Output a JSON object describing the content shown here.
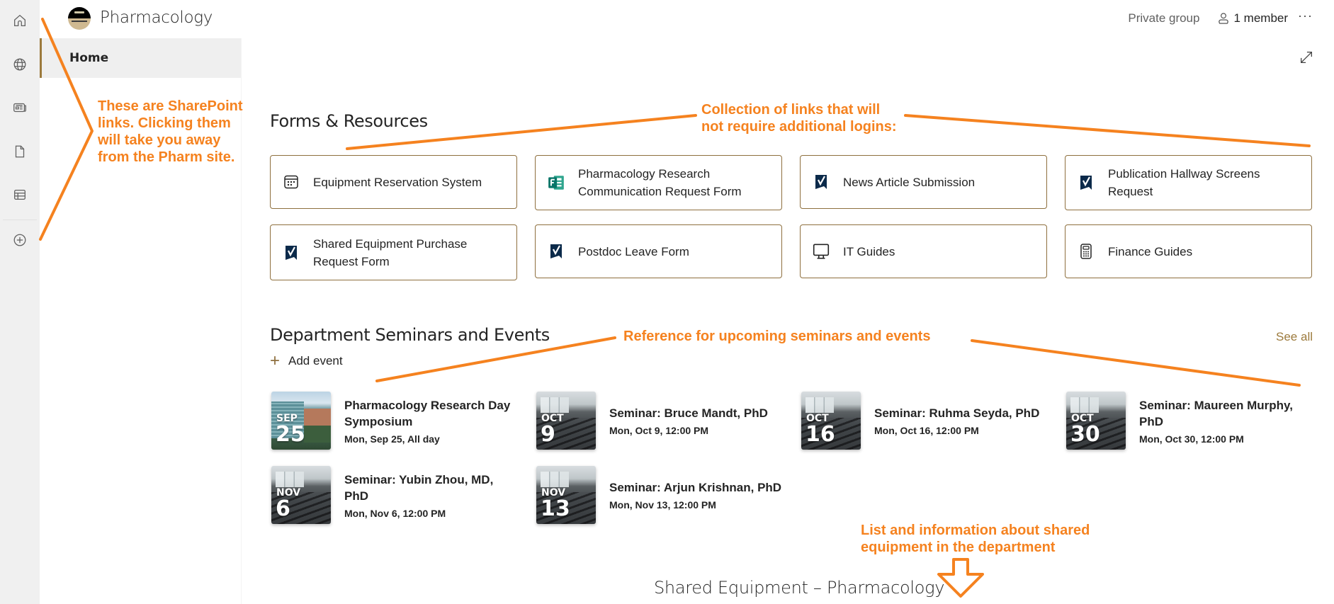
{
  "rail": {
    "items": [
      {
        "name": "home",
        "icon": "home-icon"
      },
      {
        "name": "sites",
        "icon": "globe-icon"
      },
      {
        "name": "news",
        "icon": "news-icon"
      },
      {
        "name": "files",
        "icon": "document-icon"
      },
      {
        "name": "lists",
        "icon": "list-icon"
      },
      {
        "name": "create",
        "icon": "add-circle-icon"
      }
    ]
  },
  "site": {
    "title": "Pharmacology",
    "privacy": "Private group",
    "members": "1 member",
    "more": "···"
  },
  "nav": {
    "items": [
      {
        "label": "Home",
        "selected": true
      }
    ]
  },
  "forms": {
    "title": "Forms & Resources",
    "tiles": [
      {
        "label": "Equipment Reservation System",
        "icon": "calendar-icon"
      },
      {
        "label": "Pharmacology Research Communication Request Form",
        "icon": "microsoft-forms-icon"
      },
      {
        "label": "News Article Submission",
        "icon": "smartsheet-check-icon"
      },
      {
        "label": "Publication Hallway Screens Request",
        "icon": "smartsheet-check-icon"
      },
      {
        "label": "Shared Equipment Purchase Request Form",
        "icon": "smartsheet-check-icon"
      },
      {
        "label": "Postdoc Leave Form",
        "icon": "smartsheet-check-icon"
      },
      {
        "label": "IT Guides",
        "icon": "monitor-icon"
      },
      {
        "label": "Finance Guides",
        "icon": "calculator-icon"
      }
    ]
  },
  "events": {
    "title": "Department Seminars and Events",
    "add_label": "Add event",
    "see_all": "See all",
    "items": [
      {
        "month": "SEP",
        "day": "25",
        "title": "Pharmacology Research Day Symposium",
        "date": "Mon, Sep 25, All day",
        "image": "building"
      },
      {
        "month": "OCT",
        "day": "9",
        "title": "Seminar: Bruce Mandt, PhD",
        "date": "Mon, Oct 9, 12:00 PM",
        "image": "room"
      },
      {
        "month": "OCT",
        "day": "16",
        "title": "Seminar: Ruhma Seyda, PhD",
        "date": "Mon, Oct 16, 12:00 PM",
        "image": "room"
      },
      {
        "month": "OCT",
        "day": "30",
        "title": "Seminar: Maureen Murphy, PhD",
        "date": "Mon, Oct 30, 12:00 PM",
        "image": "room"
      },
      {
        "month": "NOV",
        "day": "6",
        "title": "Seminar: Yubin Zhou, MD, PhD",
        "date": "Mon, Nov 6, 12:00 PM",
        "image": "room"
      },
      {
        "month": "NOV",
        "day": "13",
        "title": "Seminar: Arjun Krishnan, PhD",
        "date": "Mon, Nov 13, 12:00 PM",
        "image": "room"
      }
    ]
  },
  "equipment": {
    "title": "Shared Equipment – Pharmacology"
  },
  "annotations": {
    "left": "These are SharePoint links. Clicking them will take you away from the Pharm site.",
    "forms_line1": "Collection of links that will",
    "forms_line2": "not require additional logins:",
    "events": "Reference for upcoming seminars and events",
    "equip_line1": "List and information about shared",
    "equip_line2": "equipment in the department"
  },
  "colors": {
    "accent": "#8e6f3e",
    "link_accent": "#9c7a3c",
    "annotation": "#f5821f",
    "rail_bg": "#f0f0f0",
    "forms_icon_green": "#077568",
    "smartsheet_navy": "#0b2a4a"
  }
}
